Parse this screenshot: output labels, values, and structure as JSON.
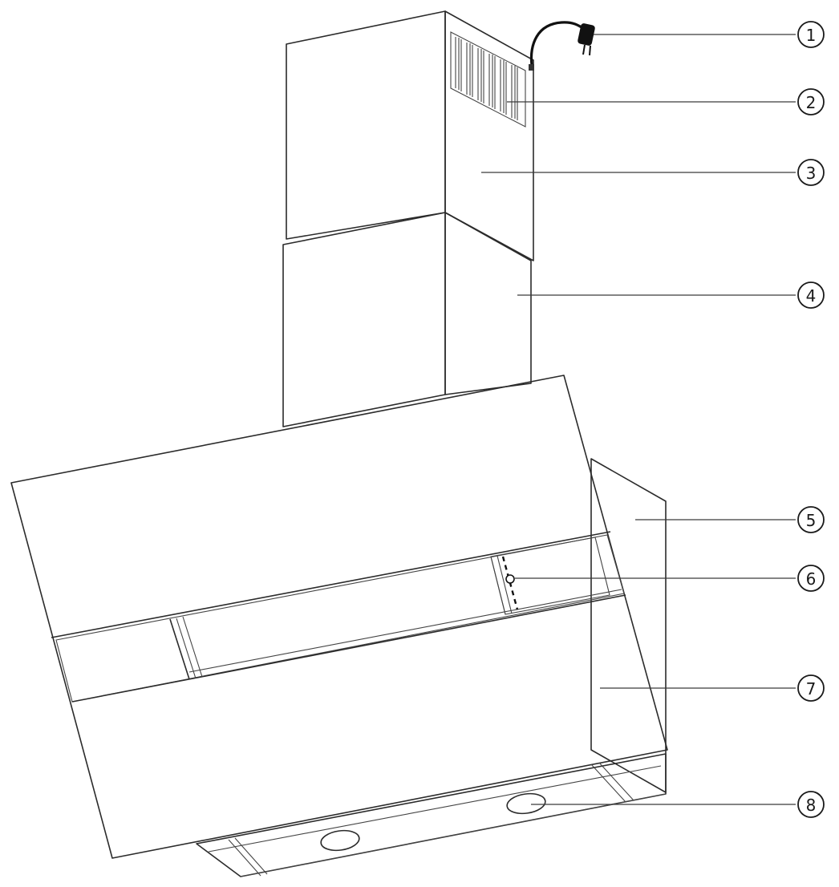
{
  "diagram": {
    "line_color": "#2b2b2b",
    "callouts": [
      {
        "id": 1,
        "label": "1"
      },
      {
        "id": 2,
        "label": "2"
      },
      {
        "id": 3,
        "label": "3"
      },
      {
        "id": 4,
        "label": "4"
      },
      {
        "id": 5,
        "label": "5"
      },
      {
        "id": 6,
        "label": "6"
      },
      {
        "id": 7,
        "label": "7"
      },
      {
        "id": 8,
        "label": "8"
      }
    ]
  }
}
